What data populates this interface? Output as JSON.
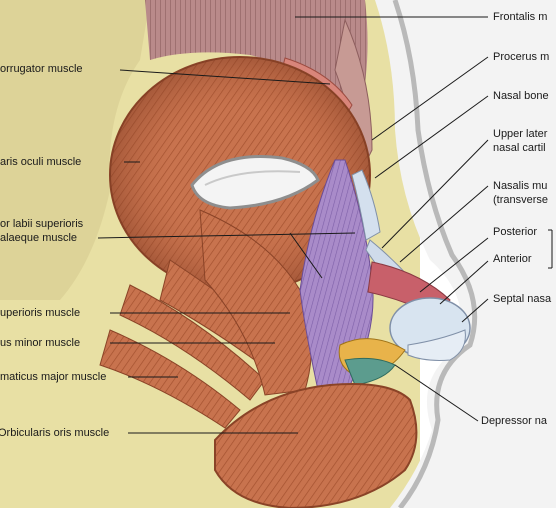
{
  "labels": {
    "left": {
      "corrugator": "orrugator muscle",
      "orbicularis_oculi": "aris oculi muscle",
      "levator_labii_line1": "or labii superioris",
      "levator_labii_line2": "alaeque muscle",
      "labii_superioris": "uperioris muscle",
      "zygomaticus_minor": "us minor muscle",
      "zygomaticus_major": "matic­us major muscle",
      "orbicularis_oris": "Orbicularis oris muscle"
    },
    "right": {
      "frontalis": "Frontalis m",
      "procerus": "Procerus m",
      "nasal_bone": "Nasal bone",
      "upper_lateral_line1": "Upper later",
      "upper_lateral_line2": "nasal cartil",
      "nasalis_line1": "Nasalis mu",
      "nasalis_line2": "(transverse",
      "posterior": "Posterior",
      "anterior": "Anterior",
      "septal_nasal": "Septal nasa",
      "depressor_nasal": "Depressor na"
    }
  },
  "colors": {
    "background_fat": "#e8e0a4",
    "muscle": "#c8734e",
    "muscle_dark": "#a4512f",
    "nasalis": "#a98bc9",
    "skin": "#e9e9e9",
    "cartilage": "#cfdbea",
    "leader_line": "#1a1a1a"
  }
}
